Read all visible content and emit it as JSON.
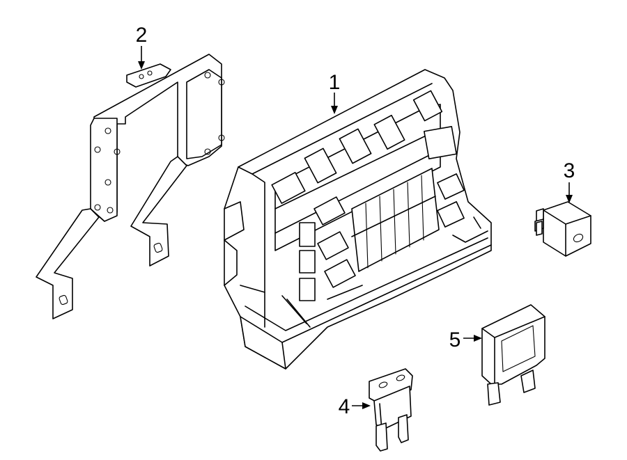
{
  "callouts": [
    {
      "id": "1",
      "label": "1"
    },
    {
      "id": "2",
      "label": "2"
    },
    {
      "id": "3",
      "label": "3"
    },
    {
      "id": "4",
      "label": "4"
    },
    {
      "id": "5",
      "label": "5"
    }
  ],
  "colors": {
    "stroke": "#000000",
    "fill": "#ffffff",
    "background": "#ffffff"
  }
}
